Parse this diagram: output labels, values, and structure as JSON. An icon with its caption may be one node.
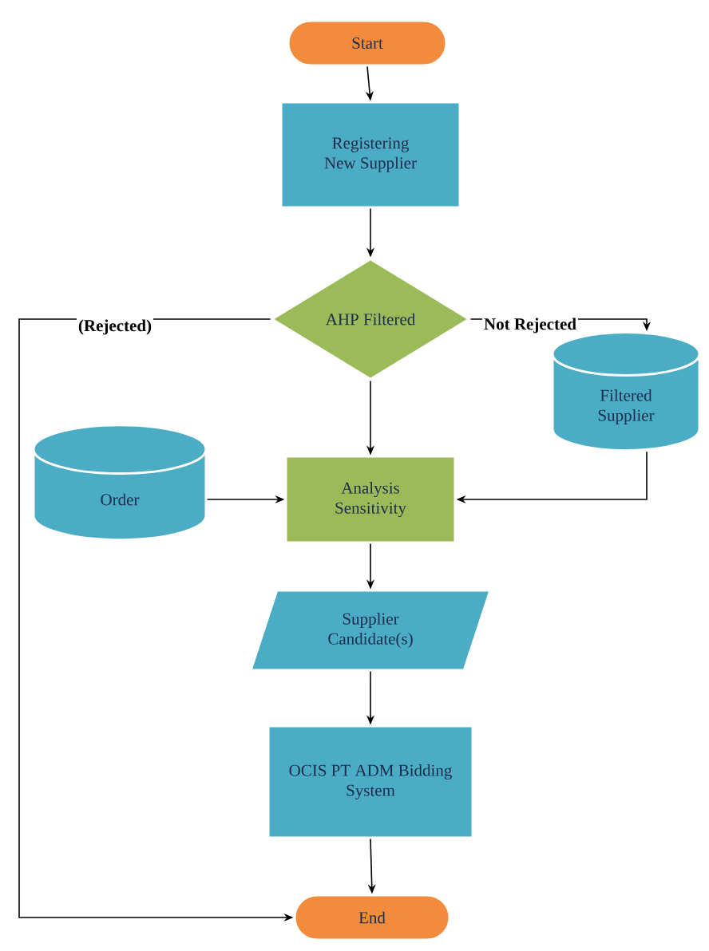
{
  "diagram": {
    "nodes": [
      {
        "text": [
          "Start"
        ]
      },
      {
        "text": [
          "Registering New Supplier"
        ]
      },
      {
        "text": [
          "AHP Filtered"
        ]
      },
      {
        "text": [
          "Filtered Supplier"
        ]
      },
      {
        "text": [
          "Order"
        ]
      },
      {
        "text": [
          "Analysis Sensitivity"
        ]
      },
      {
        "text": [
          "Supplier Candidate(s)"
        ]
      },
      {
        "text": [
          "OCIS PT ADM Bidding System"
        ]
      },
      {
        "text": [
          "End"
        ]
      }
    ],
    "edges": [
      {
        "from": 0,
        "to": 1,
        "arrow": "to"
      },
      {
        "from": 1,
        "to": 2,
        "arrow": "to"
      },
      {
        "from": 2,
        "to": 3,
        "arrow": "to",
        "label": "Not Rejected"
      },
      {
        "from": 2,
        "to": 5,
        "arrow": "to"
      },
      {
        "from": 3,
        "to": 5,
        "arrow": "to"
      },
      {
        "from": 4,
        "to": 5,
        "arrow": "to"
      },
      {
        "from": 5,
        "to": 6,
        "arrow": "to"
      },
      {
        "from": 6,
        "to": 7,
        "arrow": "to"
      },
      {
        "from": 7,
        "to": 8,
        "arrow": "to"
      },
      {
        "from": 2,
        "to": 8,
        "arrow": "to",
        "label": "(Rejected)"
      }
    ]
  }
}
